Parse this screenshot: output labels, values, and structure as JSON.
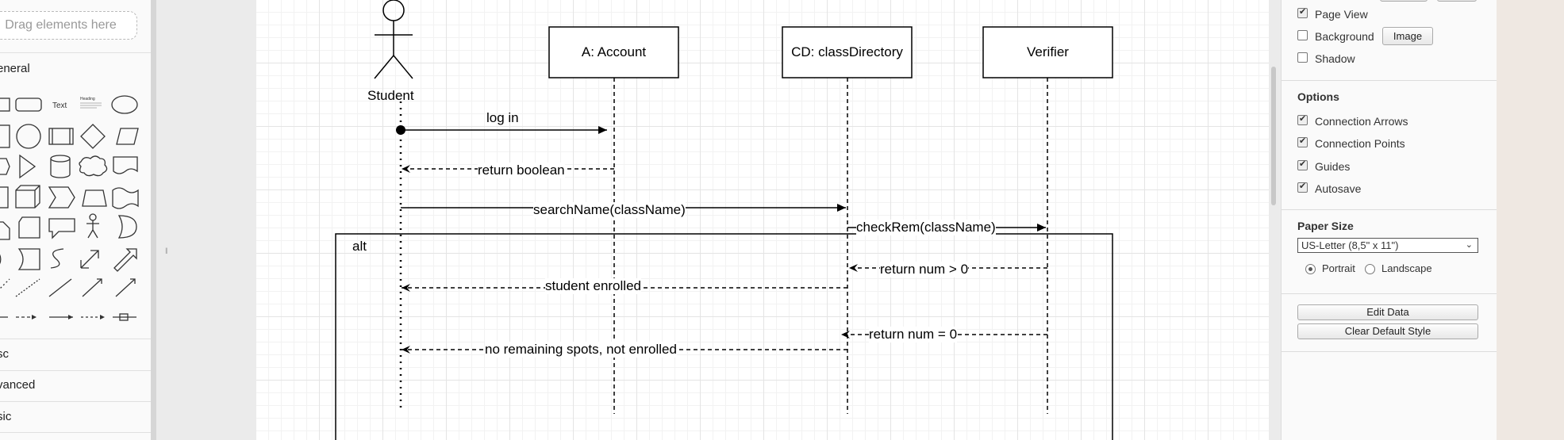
{
  "sidebar": {
    "search_placeholder": "Drag elements here",
    "sections": {
      "general": "eneral",
      "misc": "sc",
      "advanced": "vanced",
      "basic": "sic"
    },
    "shapes": {
      "text_shape": "Text",
      "heading_shape": "Heading"
    }
  },
  "diagram": {
    "participants": {
      "actor": "Student",
      "account": "A: Account",
      "class_directory": "CD: classDirectory",
      "verifier": "Verifier"
    },
    "fragment_label": "alt",
    "messages": {
      "m1": "log in",
      "m2": "return boolean",
      "m3": "searchName(className)",
      "m4": "checkRem(className)",
      "m5": "return num > 0",
      "m6": "student enrolled",
      "m7": "return num = 0",
      "m8": "no remaining spots, not enrolled"
    }
  },
  "format_panel": {
    "page_view": "Page View",
    "background": "Background",
    "image_button": "Image",
    "shadow": "Shadow",
    "options_title": "Options",
    "connection_arrows": "Connection Arrows",
    "connection_points": "Connection Points",
    "guides": "Guides",
    "autosave": "Autosave",
    "paper_size_title": "Paper Size",
    "paper_size_value": "US-Letter (8,5\" x 11\")",
    "portrait": "Portrait",
    "landscape": "Landscape",
    "edit_data": "Edit Data",
    "clear_default_style": "Clear Default Style"
  },
  "state": {
    "page_view": true,
    "background": false,
    "shadow": false,
    "connection_arrows": true,
    "connection_points": true,
    "guides": true,
    "autosave": true,
    "orientation": "Portrait"
  }
}
